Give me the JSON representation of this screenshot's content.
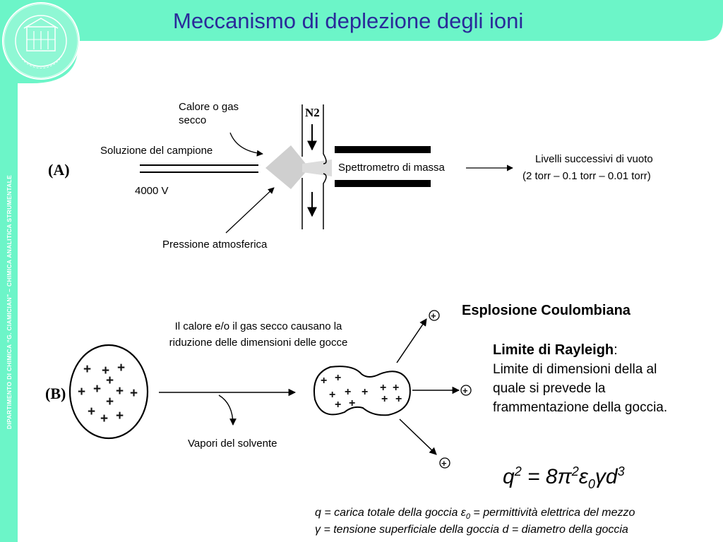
{
  "title": "Meccanismo di deplezione degli ioni",
  "sidebar": {
    "text": "DIPARTIMENTO DI CHIMICA “G. CIAMICIAN” – CHIMICA ANALITICA STRUMENTALE"
  },
  "colors": {
    "frame": "#6cf5c8",
    "title": "#2a2a9a"
  },
  "diagram_a": {
    "label": "(A)",
    "gas_label_line1": "Calore o gas",
    "gas_label_line2": "secco",
    "gas_n2": "N2",
    "sample_label": "Soluzione del campione",
    "voltage_label": "4000 V",
    "pressure_label": "Pressione atmosferica",
    "ms_label": "Spettrometro di massa",
    "vacuum_line1": "Livelli successivi di vuoto",
    "vacuum_line2": "(2 torr – 0.1 torr – 0.01 torr)"
  },
  "diagram_b": {
    "label": "(B)",
    "heat_caption_line1": "Il calore e/o il gas secco causano la",
    "heat_caption_line2": "riduzione delle dimensioni delle gocce",
    "vapor_label": "Vapori del solvente",
    "plus_symbol": "+",
    "ion_symbol": "+"
  },
  "coulomb": {
    "heading": "Esplosione Coulombiana",
    "rayleigh_title": "Limite di Rayleigh",
    "rayleigh_colon": ":",
    "rayleigh_body": "Limite di dimensioni della al quale si prevede la frammentazione della goccia."
  },
  "formula": {
    "q": "q",
    "q_exp": "2",
    "equals": " = 8",
    "pi": "π",
    "pi_exp": "2",
    "eps": "ε",
    "eps_sub": "0",
    "gamma_d": "γd",
    "d_exp": "3"
  },
  "legend": {
    "line1_a": "q = carica totale della goccia ",
    "line1_eps": "ε",
    "line1_sub": "0",
    "line1_b": " = permittività elettrica del mezzo",
    "line2": "γ = tensione superficiale della goccia d = diametro della goccia"
  }
}
